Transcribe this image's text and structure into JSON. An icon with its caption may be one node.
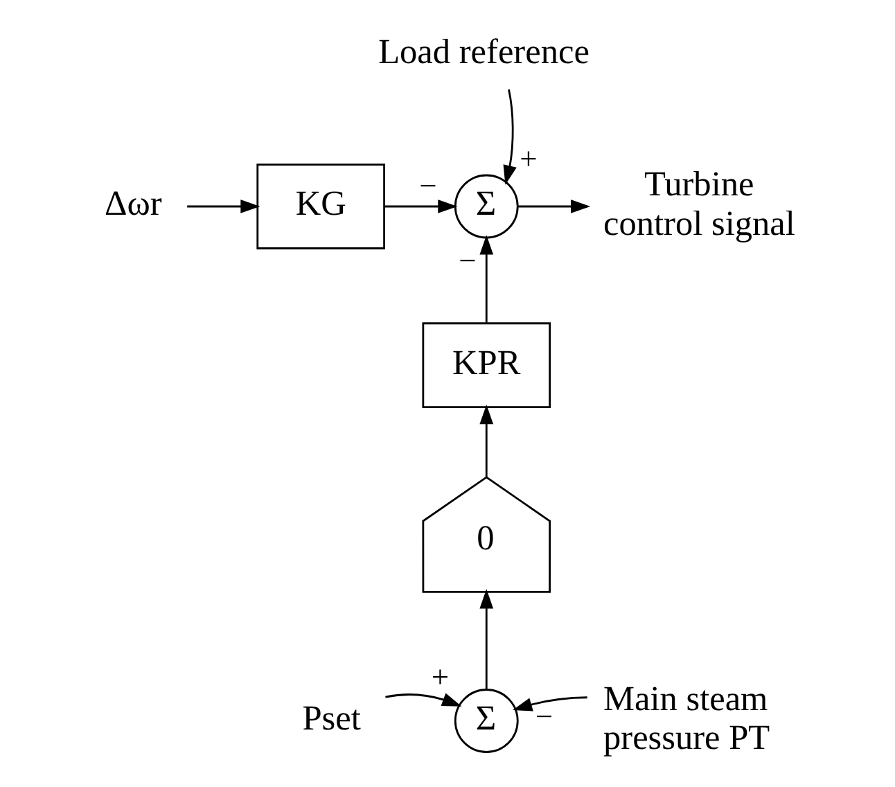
{
  "diagram": {
    "nodes": [
      {
        "text": [
          "Δωr"
        ]
      },
      {
        "text": [
          "KG"
        ]
      },
      {
        "text": [
          "Σ"
        ]
      },
      {
        "text": [
          "Load reference"
        ]
      },
      {
        "text": [
          "Turbine control signal"
        ]
      },
      {
        "text": [
          "KPR"
        ]
      },
      {
        "text": [
          "0"
        ]
      },
      {
        "text": [
          "Σ"
        ]
      },
      {
        "text": [
          "Pset"
        ]
      },
      {
        "text": [
          "Main steam pressure PT"
        ]
      }
    ],
    "edges": [
      {
        "from": 0,
        "to": 1,
        "arrow": "to"
      },
      {
        "from": 1,
        "to": 2,
        "arrow": "to",
        "label": "−"
      },
      {
        "from": 3,
        "to": 2,
        "arrow": "to",
        "label": "+"
      },
      {
        "from": 2,
        "to": 4,
        "arrow": "to"
      },
      {
        "from": 5,
        "to": 2,
        "arrow": "to",
        "label": "−"
      },
      {
        "from": 6,
        "to": 5,
        "arrow": "to"
      },
      {
        "from": 7,
        "to": 6,
        "arrow": "to"
      },
      {
        "from": 8,
        "to": 7,
        "arrow": "to",
        "label": "+"
      },
      {
        "from": 9,
        "to": 7,
        "arrow": "to",
        "label": "−"
      }
    ]
  }
}
